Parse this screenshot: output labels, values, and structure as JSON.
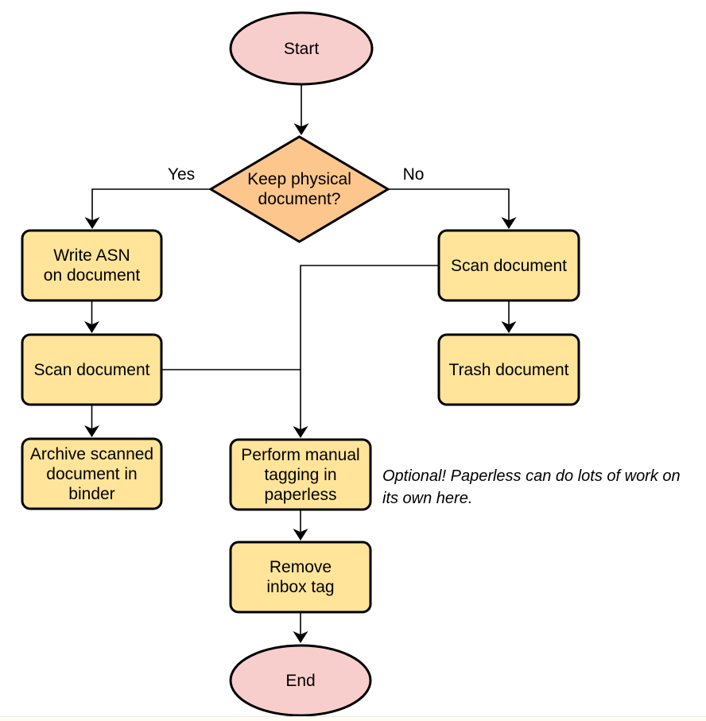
{
  "diagram": {
    "nodes": {
      "start": {
        "label": "Start",
        "type": "terminator"
      },
      "decision": {
        "label": "Keep physical\ndocument?",
        "type": "decision"
      },
      "write_asn": {
        "label": "Write ASN\non document",
        "type": "process"
      },
      "scan_left": {
        "label": "Scan document",
        "type": "process"
      },
      "archive": {
        "label": "Archive scanned\ndocument in\nbinder",
        "type": "process"
      },
      "scan_right": {
        "label": "Scan document",
        "type": "process"
      },
      "trash": {
        "label": "Trash document",
        "type": "process"
      },
      "tagging": {
        "label": "Perform manual\ntagging in\npaperless",
        "type": "process"
      },
      "remove_inbox": {
        "label": "Remove\ninbox tag",
        "type": "process"
      },
      "end": {
        "label": "End",
        "type": "terminator"
      }
    },
    "edge_labels": {
      "yes": "Yes",
      "no": "No"
    },
    "annotation": {
      "text": "Optional! Paperless can do lots of work on\nits own here."
    },
    "colors": {
      "terminal_fill": "#f8cecc",
      "process_fill": "#ffe49a",
      "decision_fill": "#fcc68c",
      "stroke": "#000000",
      "background": "#ffffff"
    }
  }
}
